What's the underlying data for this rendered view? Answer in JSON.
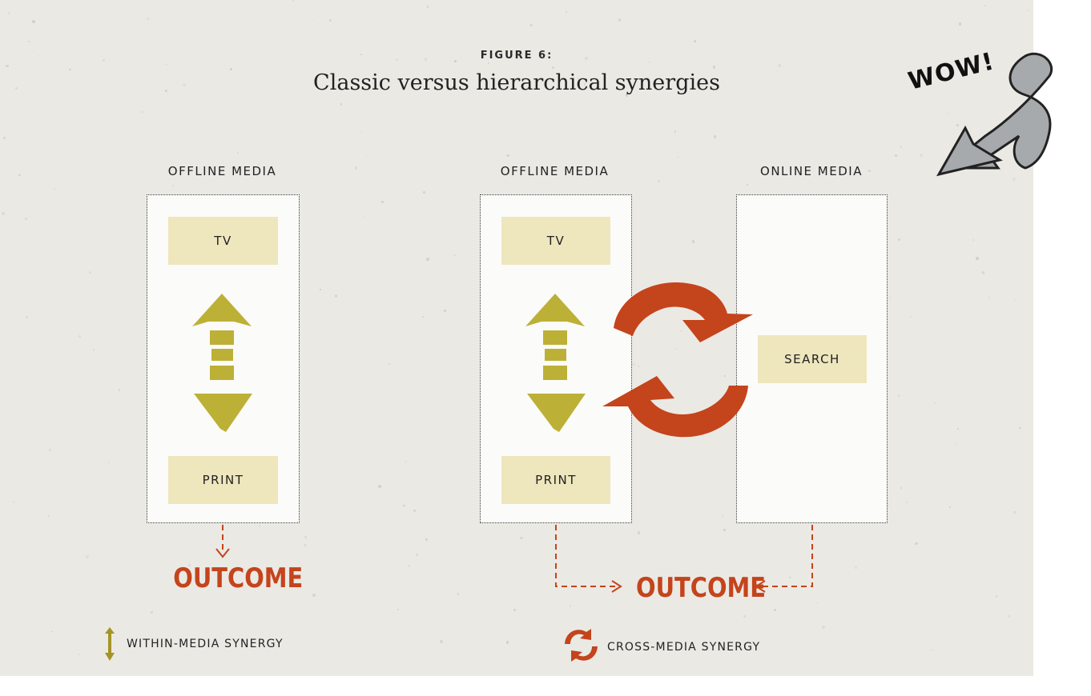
{
  "figure": {
    "label": "FIGURE 6:",
    "title": "Classic versus hierarchical synergies"
  },
  "headers": {
    "classic_offline": "OFFLINE MEDIA",
    "hier_offline": "OFFLINE MEDIA",
    "hier_online": "ONLINE MEDIA"
  },
  "boxes": {
    "tv_left": "TV",
    "print_left": "PRINT",
    "tv_right": "TV",
    "print_right": "PRINT",
    "search": "SEARCH"
  },
  "outcome": {
    "left": "OUTCOME",
    "right": "OUTCOME"
  },
  "wow": "WOW!",
  "legend": {
    "within": "WITHIN-MEDIA SYNERGY",
    "cross": "CROSS-MEDIA SYNERGY"
  },
  "colors": {
    "olive": "#bdb036",
    "rust": "#c4441c",
    "tag_bg": "#eee6bd",
    "paper": "#ebe9e4"
  }
}
